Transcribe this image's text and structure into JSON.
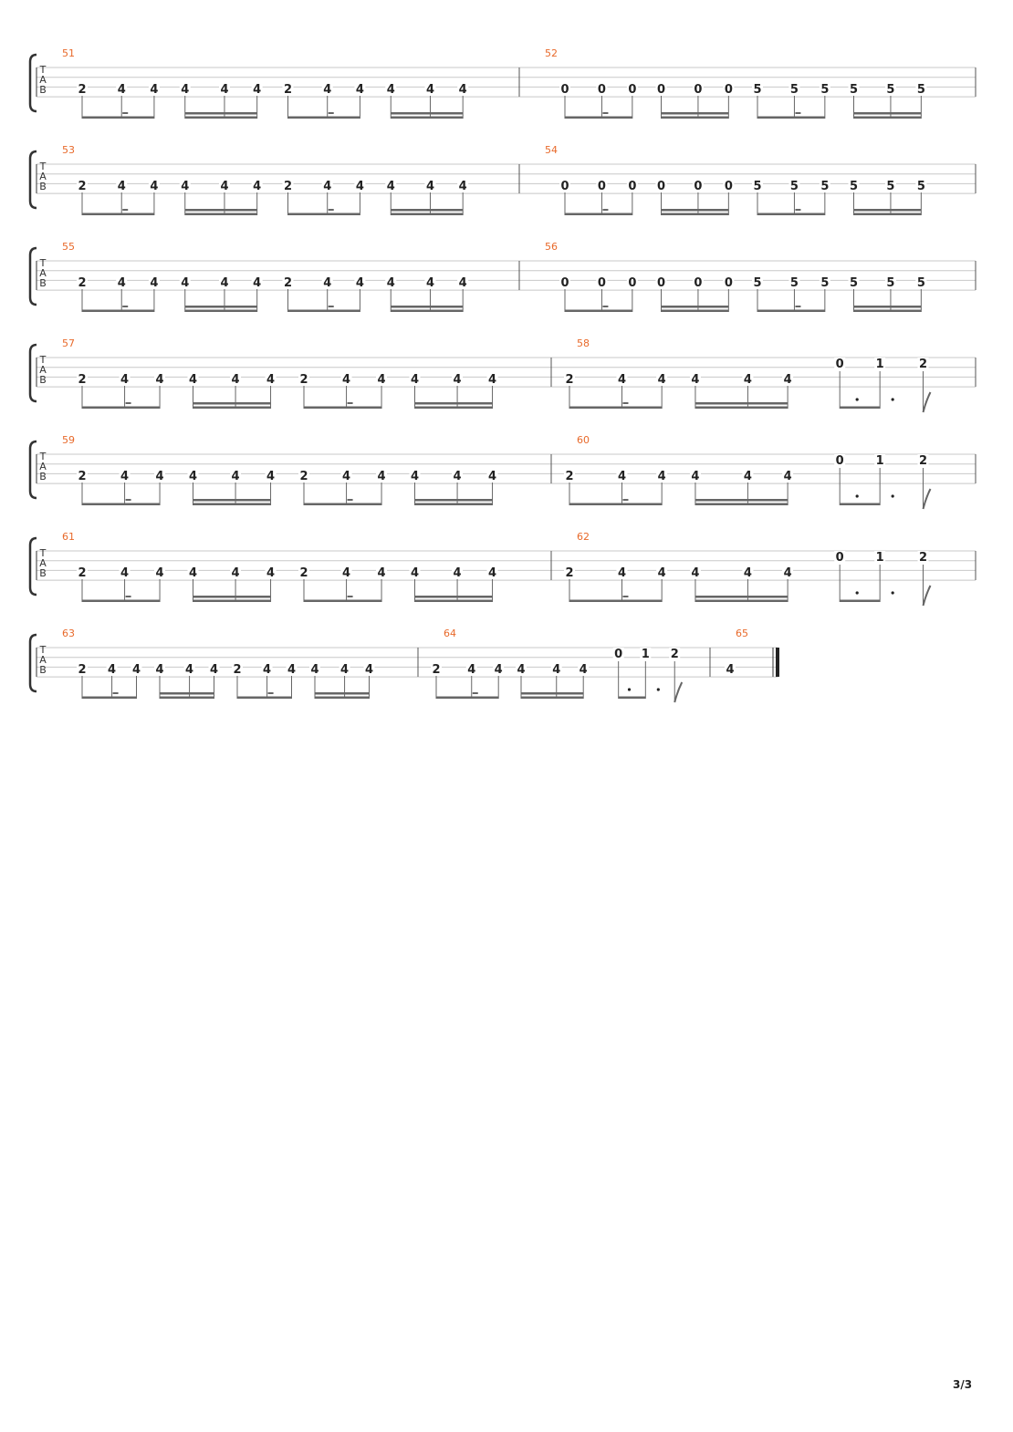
{
  "page_number": "3/3",
  "clef_letters": [
    "T",
    "A",
    "B"
  ],
  "colors": {
    "measure_number": "#e8692a",
    "staff_line": "#c8c8c8",
    "note": "#222222",
    "beam": "#666666"
  },
  "systems": [
    {
      "measures": [
        {
          "number": "51",
          "type": "A"
        },
        {
          "number": "52",
          "type": "B"
        }
      ]
    },
    {
      "measures": [
        {
          "number": "53",
          "type": "A"
        },
        {
          "number": "54",
          "type": "B"
        }
      ]
    },
    {
      "measures": [
        {
          "number": "55",
          "type": "A"
        },
        {
          "number": "56",
          "type": "B"
        }
      ]
    },
    {
      "measures": [
        {
          "number": "57",
          "type": "A"
        },
        {
          "number": "58",
          "type": "C"
        }
      ]
    },
    {
      "measures": [
        {
          "number": "59",
          "type": "A"
        },
        {
          "number": "60",
          "type": "C"
        }
      ]
    },
    {
      "measures": [
        {
          "number": "61",
          "type": "A"
        },
        {
          "number": "62",
          "type": "C"
        }
      ]
    },
    {
      "measures": [
        {
          "number": "63",
          "type": "A"
        },
        {
          "number": "64",
          "type": "C"
        },
        {
          "number": "65",
          "type": "D"
        }
      ],
      "final": true
    }
  ],
  "patterns": {
    "A": [
      "2",
      "4",
      "4",
      "4",
      "4",
      "4",
      "2",
      "4",
      "4",
      "4",
      "4",
      "4"
    ],
    "B": [
      "0",
      "0",
      "0",
      "0",
      "0",
      "0",
      "5",
      "5",
      "5",
      "5",
      "5",
      "5"
    ],
    "C": [
      "2",
      "4",
      "4",
      "4",
      "4",
      "4",
      "0",
      "1",
      "2"
    ],
    "D": [
      "4"
    ]
  }
}
